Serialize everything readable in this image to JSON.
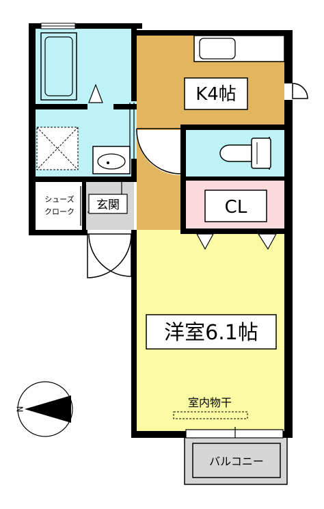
{
  "rooms": {
    "kitchen": "K4帖",
    "closet": "CL",
    "western": "洋室6.1帖",
    "entrance": "玄関",
    "shoe_closet_line1": "シューズ",
    "shoe_closet_line2": "クローク",
    "drying": "室内物干",
    "balcony": "バルコニー"
  },
  "compass": {
    "north_label": "N"
  },
  "colors": {
    "kitchen": "#e3b55e",
    "wet_area": "#bff2f7",
    "closet": "#fadadd",
    "western": "#fbfba4",
    "entrance": "#d6d6d6",
    "balcony": "#d6d6d6",
    "wall": "#000000"
  }
}
